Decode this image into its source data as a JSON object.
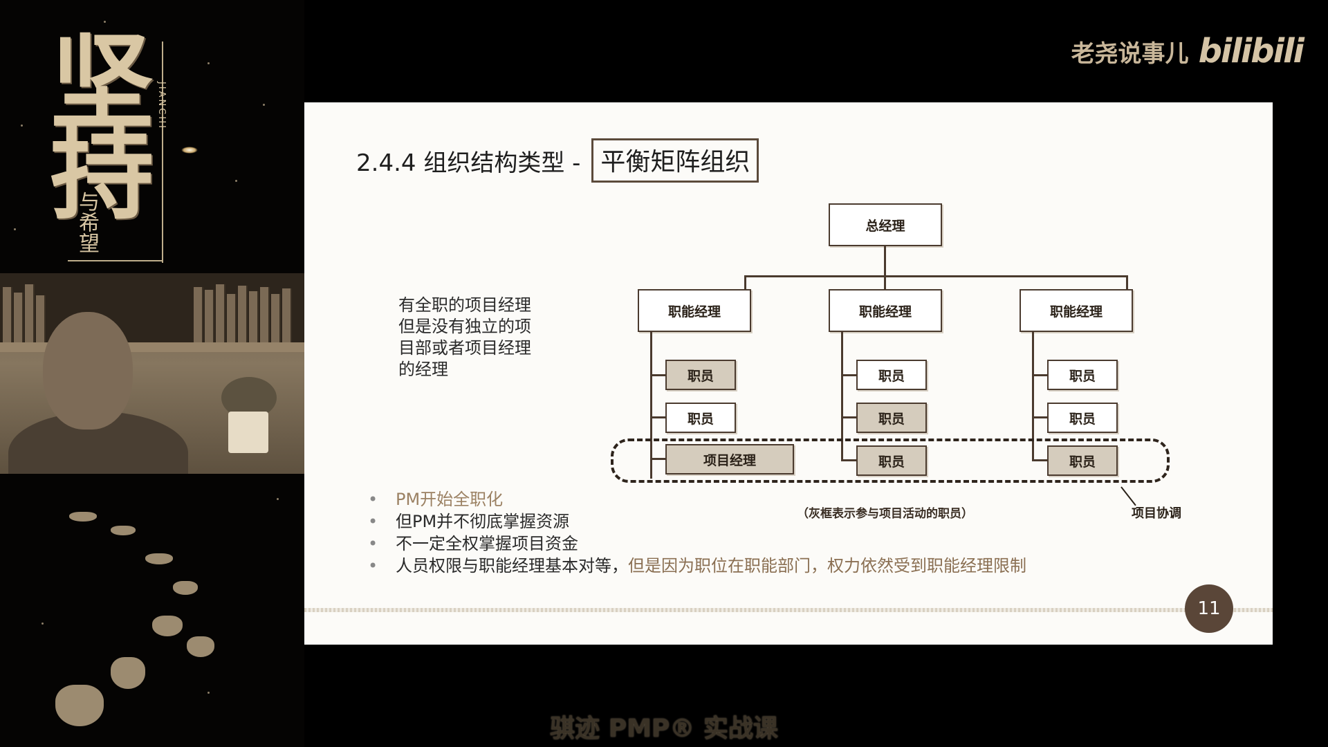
{
  "brand": {
    "name": "老尧说事儿",
    "logo": "bilibili"
  },
  "left_panel": {
    "brush_title": "坚持",
    "brush_subtitle": "与希望",
    "pinyin": "JIANCHI"
  },
  "slide": {
    "title_prefix": "2.4.4 组织结构类型 -",
    "title_boxed": "平衡矩阵组织",
    "description": [
      "有全职的项目经理",
      "但是没有独立的项",
      "目部或者项目经理",
      "的经理"
    ],
    "org_chart": {
      "top": "总经理",
      "managers": [
        "职能经理",
        "职能经理",
        "职能经理"
      ],
      "columns": [
        [
          "职员",
          "职员",
          "项目经理"
        ],
        [
          "职员",
          "职员",
          "职员"
        ],
        [
          "职员",
          "职员",
          "职员"
        ]
      ],
      "legend": "（灰框表示参与项目活动的职员）",
      "coordination_label": "项目协调"
    },
    "bullets": [
      "PM开始全职化",
      "但PM并不彻底掌握资源",
      "不一定全权掌握项目资金"
    ],
    "bullet_last": {
      "main": "人员权限与职能经理基本对等，",
      "muted": "但是因为职位在职能部门，权力依然受到职能经理限制"
    },
    "page_number": "11"
  },
  "caption": "骐迹 PMP® 实战课"
}
